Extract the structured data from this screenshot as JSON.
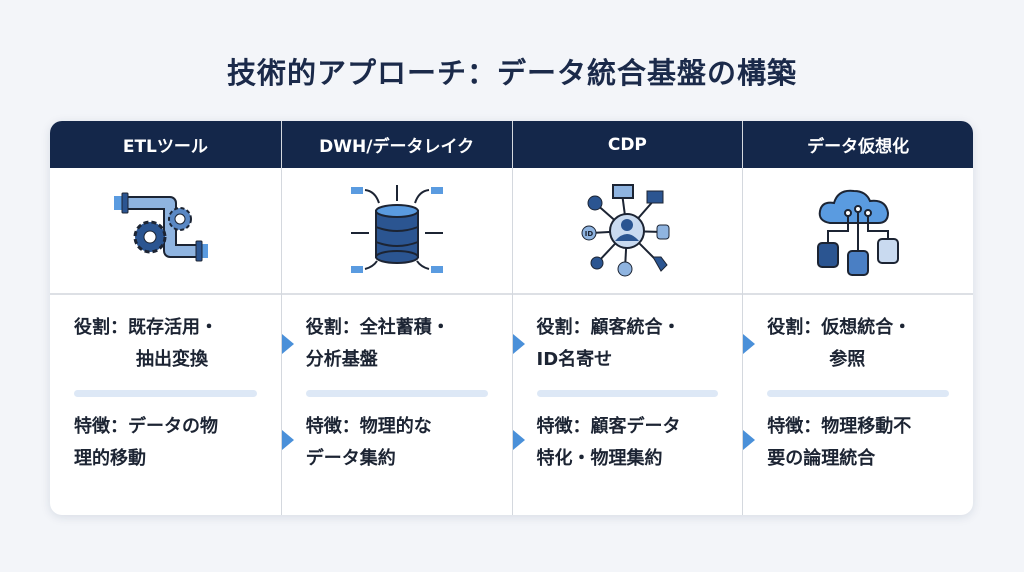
{
  "title": "技術的アプローチ：データ統合基盤の構築",
  "columns": [
    {
      "header": "ETLツール",
      "icon": "pipeline-gears-icon",
      "role": [
        "役割：既存活用・",
        "抽出変換"
      ],
      "feature": [
        "特徴：データの物",
        "理的移動"
      ]
    },
    {
      "header": "DWH/データレイク",
      "icon": "database-ingest-icon",
      "role": [
        "役割：全社蓄積・",
        "分析基盤"
      ],
      "feature": [
        "特徴：物理的な",
        "データ集約"
      ]
    },
    {
      "header": "CDP",
      "icon": "customer-hub-icon",
      "role": [
        "役割：顧客統合・",
        "ID名寄せ"
      ],
      "feature": [
        "特徴：顧客データ",
        "特化・物理集約"
      ]
    },
    {
      "header": "データ仮想化",
      "icon": "cloud-databases-icon",
      "role": [
        "役割：仮想統合・",
        "参照"
      ],
      "feature": [
        "特徴：物理移動不",
        "要の論理統合"
      ]
    }
  ],
  "colors": {
    "header": "#14274a",
    "accent": "#4a90d9",
    "icon_dark": "#2b5591",
    "icon_light": "#8fb4e0"
  }
}
